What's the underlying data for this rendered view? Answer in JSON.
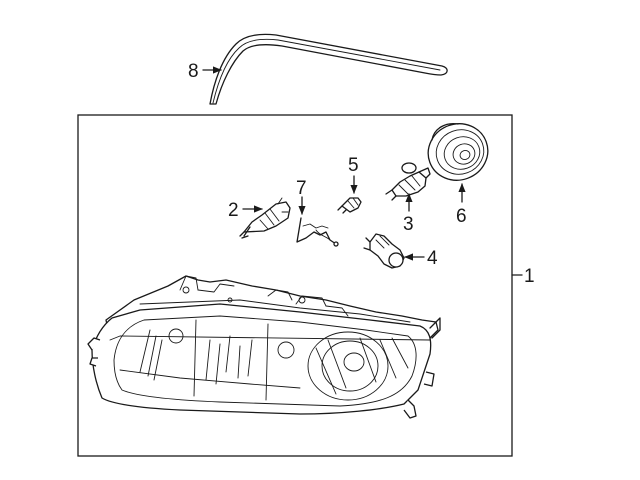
{
  "diagram": {
    "callouts": [
      {
        "id": "1",
        "text": "1"
      },
      {
        "id": "2",
        "text": "2"
      },
      {
        "id": "3",
        "text": "3"
      },
      {
        "id": "4",
        "text": "4"
      },
      {
        "id": "5",
        "text": "5"
      },
      {
        "id": "6",
        "text": "6"
      },
      {
        "id": "7",
        "text": "7"
      },
      {
        "id": "8",
        "text": "8"
      }
    ],
    "colors": {
      "line": "#1a1a1a",
      "background": "#ffffff"
    }
  }
}
